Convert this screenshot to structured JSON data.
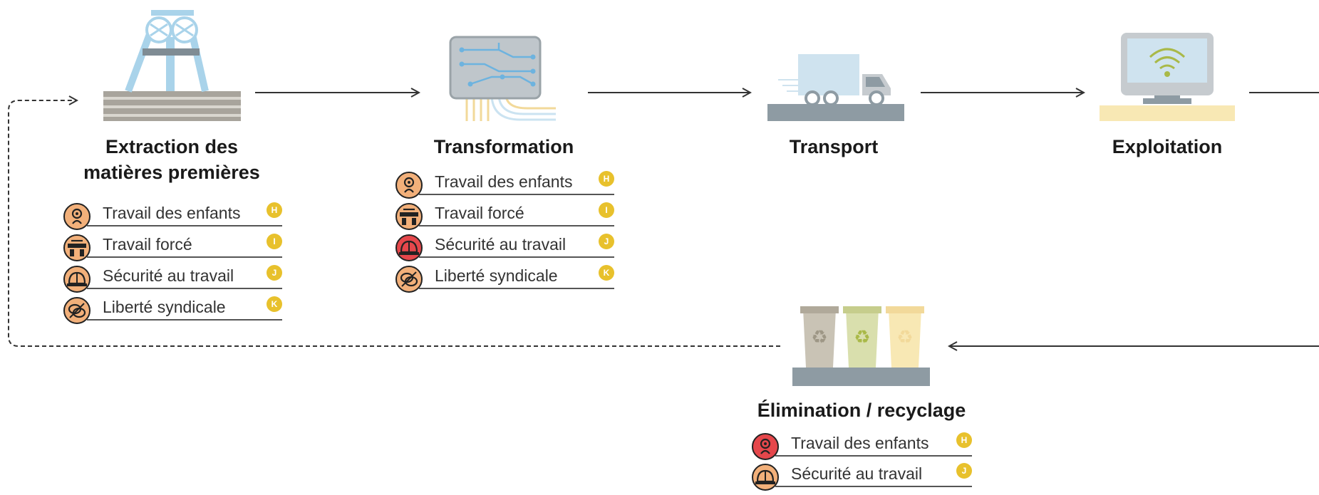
{
  "stages": {
    "extraction": {
      "title_line1": "Extraction des",
      "title_line2": "matières premières"
    },
    "transformation": {
      "title": "Transformation"
    },
    "transport": {
      "title": "Transport"
    },
    "exploitation": {
      "title": "Exploitation"
    },
    "elimination": {
      "title": "Élimination / recyclage"
    }
  },
  "risks": {
    "extraction": [
      {
        "label": "Travail des enfants",
        "badge": "H",
        "icon": "child-icon",
        "color": "#f2b07a"
      },
      {
        "label": "Travail forcé",
        "badge": "I",
        "icon": "chain-icon",
        "color": "#f2b07a"
      },
      {
        "label": "Sécurité au travail",
        "badge": "J",
        "icon": "helmet-icon",
        "color": "#f2b07a"
      },
      {
        "label": "Liberté syndicale",
        "badge": "K",
        "icon": "union-icon",
        "color": "#f2b07a"
      }
    ],
    "transformation": [
      {
        "label": "Travail des enfants",
        "badge": "H",
        "icon": "child-icon",
        "color": "#f2b07a"
      },
      {
        "label": "Travail forcé",
        "badge": "I",
        "icon": "chain-icon",
        "color": "#f2b07a"
      },
      {
        "label": "Sécurité au travail",
        "badge": "J",
        "icon": "helmet-icon",
        "color": "#e5474b"
      },
      {
        "label": "Liberté syndicale",
        "badge": "K",
        "icon": "union-icon",
        "color": "#f2b07a"
      }
    ],
    "elimination": [
      {
        "label": "Travail des enfants",
        "badge": "H",
        "icon": "child-icon",
        "color": "#e5474b"
      },
      {
        "label": "Sécurité au travail",
        "badge": "J",
        "icon": "helmet-icon",
        "color": "#f2b07a"
      }
    ]
  },
  "colors": {
    "arrow": "#333333",
    "badge": "#e8c12c",
    "risk_high": "#e5474b",
    "risk_medium": "#f2b07a"
  }
}
